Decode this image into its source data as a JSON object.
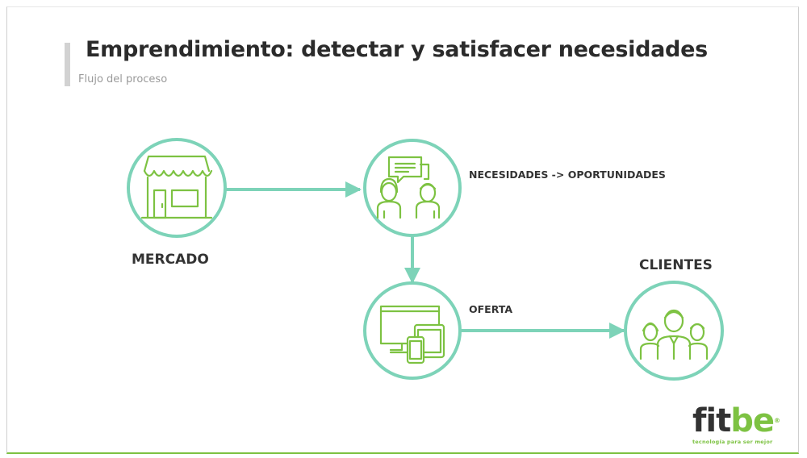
{
  "slide": {
    "title": "Emprendimiento: detectar y satisfacer necesidades",
    "subtitle": "Flujo del proceso"
  },
  "diagram": {
    "nodes": [
      {
        "id": "mercado",
        "label": "MERCADO",
        "icon": "storefront-icon"
      },
      {
        "id": "necesidades",
        "label": "NECESIDADES -> OPORTUNIDADES",
        "icon": "people-conversation-icon"
      },
      {
        "id": "oferta",
        "label": "OFERTA",
        "icon": "devices-icon"
      },
      {
        "id": "clientes",
        "label": "CLIENTES",
        "icon": "customers-group-icon"
      }
    ],
    "edges": [
      {
        "from": "mercado",
        "to": "necesidades"
      },
      {
        "from": "necesidades",
        "to": "oferta"
      },
      {
        "from": "oferta",
        "to": "clientes"
      }
    ],
    "colors": {
      "flow": "#7dd3b8",
      "icon": "#7dc242",
      "text": "#333333"
    }
  },
  "logo": {
    "name_part1": "fit",
    "name_part2": "be",
    "registered": "®",
    "tagline": "tecnología para ser mejor",
    "colors": {
      "dark": "#333333",
      "green": "#7dc242"
    }
  }
}
